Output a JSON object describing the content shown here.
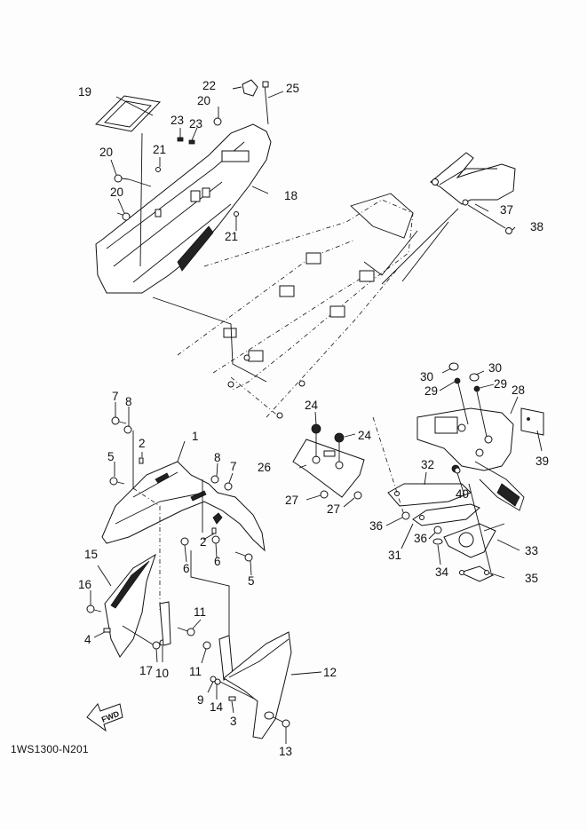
{
  "diagram": {
    "title_code": "1WS1300-N201",
    "direction_indicator": "FWD",
    "callouts": [
      {
        "ref": "1",
        "part": "front-fender"
      },
      {
        "ref": "2",
        "part": "clip"
      },
      {
        "ref": "3",
        "part": "clip"
      },
      {
        "ref": "4",
        "part": "clip"
      },
      {
        "ref": "5",
        "part": "bolt"
      },
      {
        "ref": "6",
        "part": "nut"
      },
      {
        "ref": "7",
        "part": "bolt"
      },
      {
        "ref": "8",
        "part": "collar"
      },
      {
        "ref": "9",
        "part": "washer"
      },
      {
        "ref": "10",
        "part": "nut"
      },
      {
        "ref": "11",
        "part": "bolt"
      },
      {
        "ref": "12",
        "part": "rear-fender-cover"
      },
      {
        "ref": "13",
        "part": "bolt"
      },
      {
        "ref": "14",
        "part": "nut"
      },
      {
        "ref": "15",
        "part": "side-cover"
      },
      {
        "ref": "16",
        "part": "bolt"
      },
      {
        "ref": "17",
        "part": "collar"
      },
      {
        "ref": "18",
        "part": "rear-fender"
      },
      {
        "ref": "19",
        "part": "cover"
      },
      {
        "ref": "20",
        "part": "bolt"
      },
      {
        "ref": "21",
        "part": "collar"
      },
      {
        "ref": "22",
        "part": "holder"
      },
      {
        "ref": "23",
        "part": "nut"
      },
      {
        "ref": "24",
        "part": "damper"
      },
      {
        "ref": "25",
        "part": "band"
      },
      {
        "ref": "26",
        "part": "bracket"
      },
      {
        "ref": "27",
        "part": "nut"
      },
      {
        "ref": "28",
        "part": "flap"
      },
      {
        "ref": "29",
        "part": "washer"
      },
      {
        "ref": "30",
        "part": "screw"
      },
      {
        "ref": "31",
        "part": "stay"
      },
      {
        "ref": "32",
        "part": "bracket"
      },
      {
        "ref": "33",
        "part": "plate"
      },
      {
        "ref": "34",
        "part": "damper"
      },
      {
        "ref": "35",
        "part": "washer"
      },
      {
        "ref": "36",
        "part": "bolt"
      },
      {
        "ref": "37",
        "part": "bracket"
      },
      {
        "ref": "38",
        "part": "nut"
      },
      {
        "ref": "39",
        "part": "reflector"
      },
      {
        "ref": "40",
        "part": "nut"
      }
    ],
    "labels": {
      "l1": "1",
      "l2a": "2",
      "l2b": "2",
      "l3": "3",
      "l4": "4",
      "l5a": "5",
      "l5b": "5",
      "l6a": "6",
      "l6b": "6",
      "l7a": "7",
      "l7b": "7",
      "l8a": "8",
      "l8b": "8",
      "l9": "9",
      "l10": "10",
      "l11a": "11",
      "l11b": "11",
      "l12": "12",
      "l13": "13",
      "l14": "14",
      "l15": "15",
      "l16": "16",
      "l17": "17",
      "l18": "18",
      "l19": "19",
      "l20a": "20",
      "l20b": "20",
      "l20c": "20",
      "l21a": "21",
      "l21b": "21",
      "l22": "22",
      "l23a": "23",
      "l23b": "23",
      "l24a": "24",
      "l24b": "24",
      "l25": "25",
      "l26": "26",
      "l27a": "27",
      "l27b": "27",
      "l28": "28",
      "l29a": "29",
      "l29b": "29",
      "l30a": "30",
      "l30b": "30",
      "l31": "31",
      "l32": "32",
      "l33": "33",
      "l34": "34",
      "l35": "35",
      "l36a": "36",
      "l36b": "36",
      "l37": "37",
      "l38": "38",
      "l39": "39",
      "l40": "40"
    }
  }
}
